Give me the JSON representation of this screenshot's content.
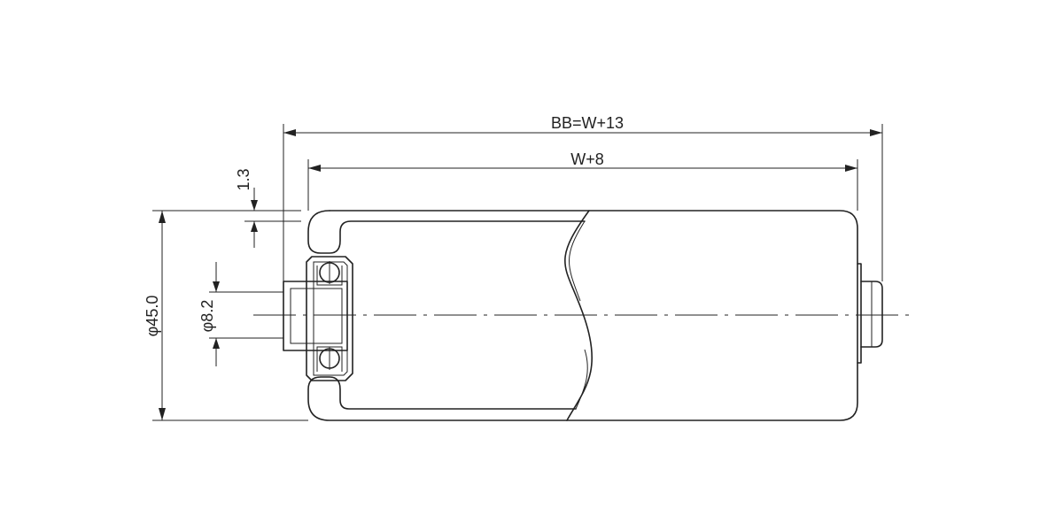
{
  "dimensions": {
    "overall_length": "BB=W+13",
    "tube_length": "W+8",
    "flange_offset": "1.3",
    "roller_diameter": "φ45.0",
    "shaft_diameter": "φ8.2"
  }
}
